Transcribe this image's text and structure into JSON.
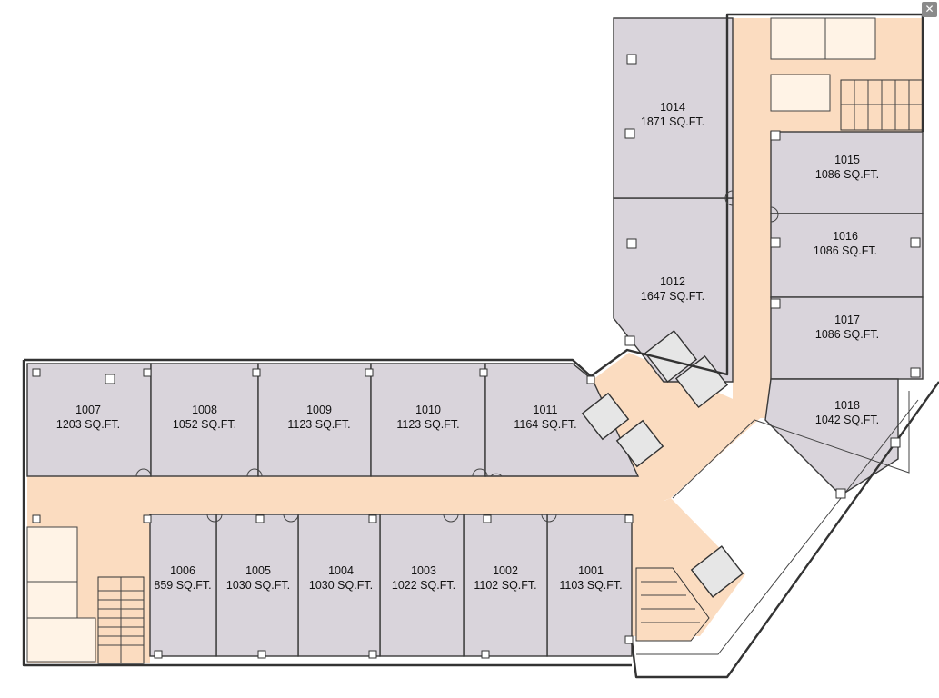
{
  "rooms": [
    {
      "id": "1001",
      "number": "1001",
      "area": "1103 SQ.FT."
    },
    {
      "id": "1002",
      "number": "1002",
      "area": "1102 SQ.FT."
    },
    {
      "id": "1003",
      "number": "1003",
      "area": "1022 SQ.FT."
    },
    {
      "id": "1004",
      "number": "1004",
      "area": "1030 SQ.FT."
    },
    {
      "id": "1005",
      "number": "1005",
      "area": "1030 SQ.FT."
    },
    {
      "id": "1006",
      "number": "1006",
      "area": "859 SQ.FT."
    },
    {
      "id": "1007",
      "number": "1007",
      "area": "1203 SQ.FT."
    },
    {
      "id": "1008",
      "number": "1008",
      "area": "1052 SQ.FT."
    },
    {
      "id": "1009",
      "number": "1009",
      "area": "1123 SQ.FT."
    },
    {
      "id": "1010",
      "number": "1010",
      "area": "1123 SQ.FT."
    },
    {
      "id": "1011",
      "number": "1011",
      "area": "1164 SQ.FT."
    },
    {
      "id": "1012",
      "number": "1012",
      "area": "1647 SQ.FT."
    },
    {
      "id": "1014",
      "number": "1014",
      "area": "1871 SQ.FT."
    },
    {
      "id": "1015",
      "number": "1015",
      "area": "1086 SQ.FT."
    },
    {
      "id": "1016",
      "number": "1016",
      "area": "1086 SQ.FT."
    },
    {
      "id": "1017",
      "number": "1017",
      "area": "1086 SQ.FT."
    },
    {
      "id": "1018",
      "number": "1018",
      "area": "1042 SQ.FT."
    }
  ],
  "close_button": {
    "icon": "close-icon",
    "glyph": "✕"
  },
  "colors": {
    "room_fill": "#d9d4db",
    "corridor_fill": "#fbdcc0",
    "wall": "#333333"
  }
}
